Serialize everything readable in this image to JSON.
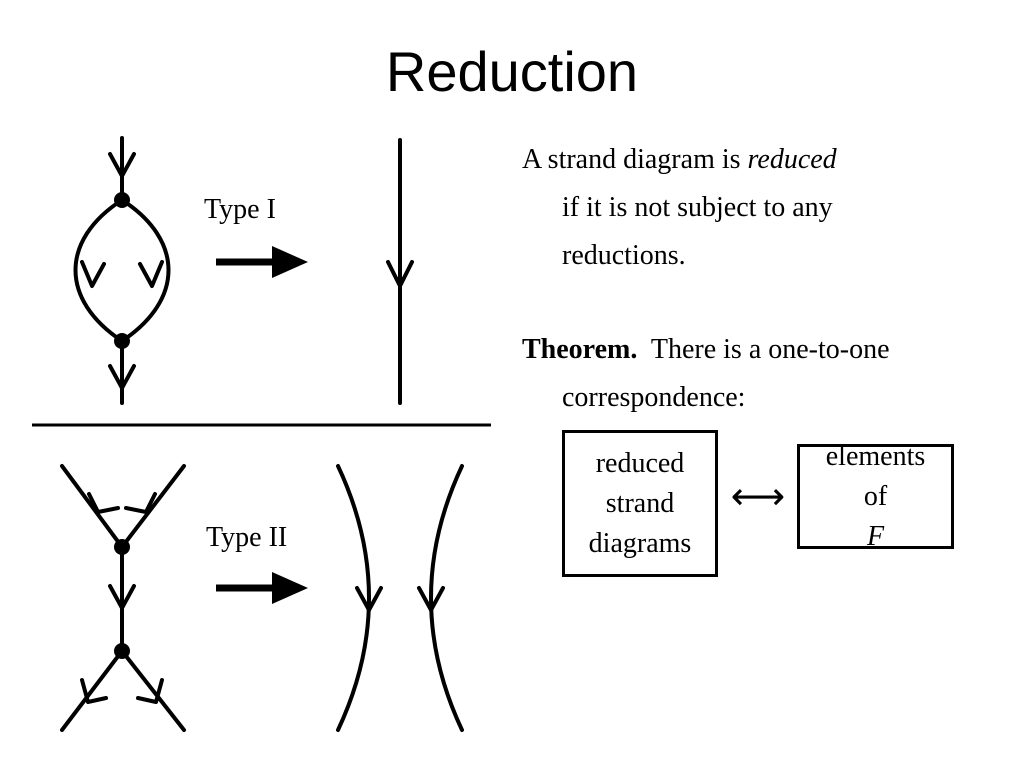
{
  "slide": {
    "title": "Reduction"
  },
  "diagram": {
    "type1_label": "Type I",
    "type2_label": "Type II"
  },
  "definition": {
    "prefix": "A strand diagram is ",
    "emph": "reduced",
    "line2": "if it is not subject to any",
    "line3": "reductions."
  },
  "theorem": {
    "label": "Theorem.",
    "line1": "There is a one-to-one",
    "line2": "correspondence:"
  },
  "correspondence": {
    "left_box": [
      "reduced",
      "strand",
      "diagrams"
    ],
    "arrow": "⟷",
    "right_box_line1": "elements",
    "right_box_line2_prefix": "of ",
    "right_box_symbol": "F"
  }
}
